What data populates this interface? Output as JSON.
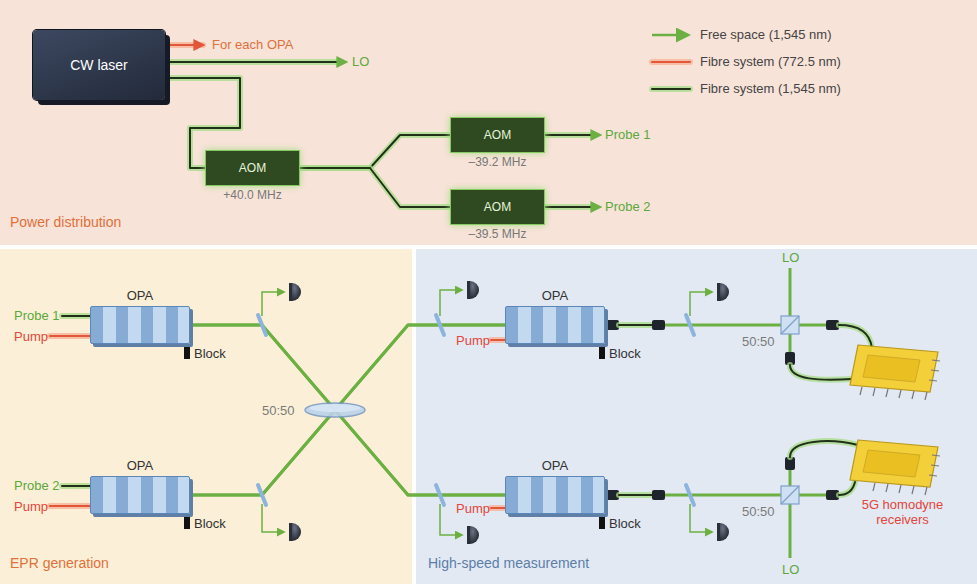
{
  "diagram": {
    "nodes": [
      {
        "text": [
          "Power distribution"
        ]
      },
      {
        "text": [
          "CW laser"
        ],
        "in": 0
      },
      {
        "text": [
          "AOM",
          "+40.0 MHz"
        ],
        "in": 0
      },
      {
        "text": [
          "AOM",
          "–39.2 MHz"
        ],
        "in": 0
      },
      {
        "text": [
          "AOM",
          "–39.5 MHz"
        ],
        "in": 0
      },
      {
        "text": [
          "EPR generation"
        ]
      },
      {
        "text": [
          "OPA"
        ],
        "in": 5
      },
      {
        "text": [
          "OPA"
        ],
        "in": 5
      },
      {
        "text": [
          "High-speed measurement"
        ]
      },
      {
        "text": [
          "OPA"
        ],
        "in": 8
      },
      {
        "text": [
          "OPA"
        ],
        "in": 8
      }
    ],
    "edges": [
      {
        "from": 1,
        "to": 2,
        "arrow": "none"
      },
      {
        "from": 2,
        "to": 3,
        "arrow": "none"
      },
      {
        "from": 2,
        "to": 4,
        "arrow": "none"
      },
      {
        "from": 6,
        "to": 9,
        "arrow": "none"
      },
      {
        "from": 6,
        "to": 10,
        "arrow": "none"
      },
      {
        "from": 7,
        "to": 9,
        "arrow": "none"
      },
      {
        "from": 7,
        "to": 10,
        "arrow": "none"
      }
    ],
    "labels": [
      "For each OPA",
      "LO",
      "Probe 1",
      "Probe 2",
      "Probe 1",
      "Pump",
      "Block",
      "Probe 2",
      "Pump",
      "Block",
      "50:50",
      "Pump",
      "Block",
      "LO",
      "50:50",
      "Pump",
      "Block",
      "50:50",
      "LO",
      "5G homodyne receivers"
    ],
    "legend": [
      {
        "text": "Free space (1,545 nm)"
      },
      {
        "text": "Fibre system (772.5 nm)"
      },
      {
        "text": "Fibre system (1,545 nm)"
      }
    ]
  }
}
